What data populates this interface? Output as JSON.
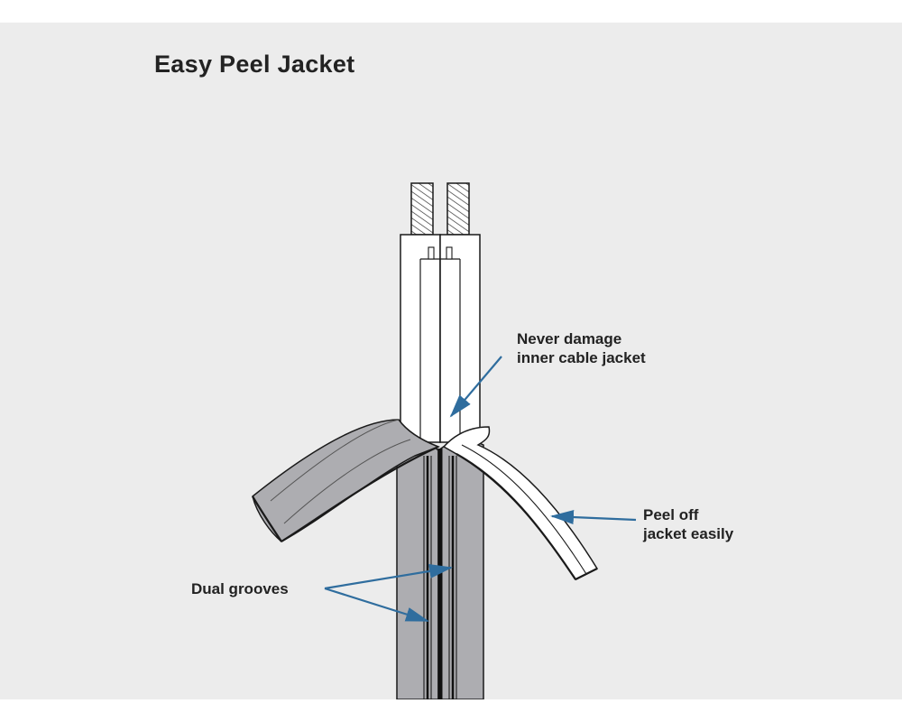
{
  "title": "Easy Peel Jacket",
  "callouts": {
    "inner_jacket": {
      "line1": "Never damage",
      "line2": "inner cable jacket"
    },
    "peel_off": {
      "line1": "Peel off",
      "line2": "jacket easily"
    },
    "dual_grooves": {
      "line1": "Dual grooves"
    }
  },
  "colors": {
    "background": "#ececec",
    "outline": "#1a1a1a",
    "jacket_gray": "#adadb1",
    "inner_white": "#ffffff",
    "arrow_blue": "#2f6d9e"
  }
}
